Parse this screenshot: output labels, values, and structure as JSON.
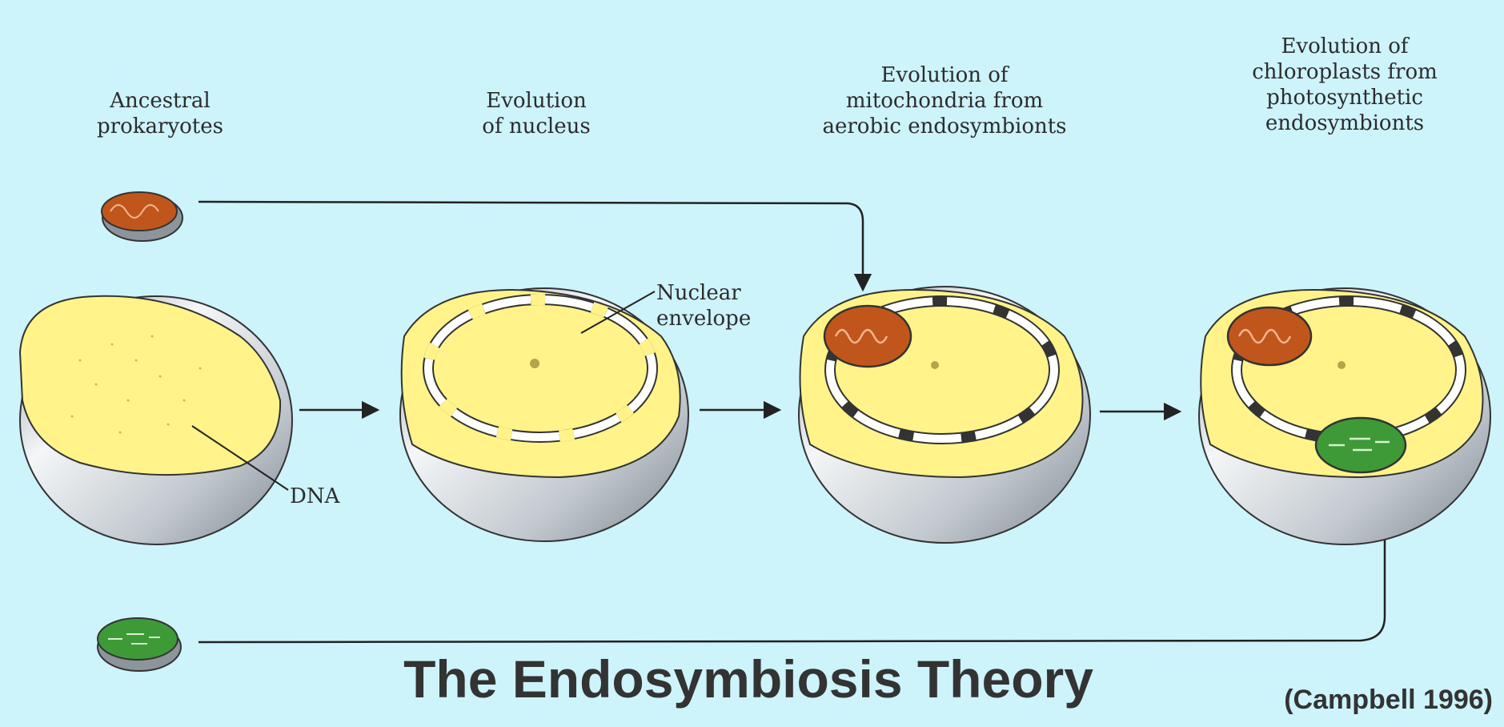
{
  "stages": [
    {
      "lines": [
        "Ancestral",
        "prokaryotes"
      ]
    },
    {
      "lines": [
        "Evolution",
        "of nucleus"
      ]
    },
    {
      "lines": [
        "Evolution of",
        "mitochondria from",
        "aerobic endosymbionts"
      ]
    },
    {
      "lines": [
        "Evolution of",
        "chloroplasts from",
        "photosynthetic",
        "endosymbionts"
      ]
    }
  ],
  "labels": {
    "nuclear_envelope": [
      "Nuclear",
      "envelope"
    ],
    "dna": "DNA"
  },
  "title": "The Endosymbiosis Theory",
  "citation": "(Campbell 1996)",
  "colors": {
    "background": "#cdf3fb",
    "cytoplasm": "#fff38a",
    "cell_shell": "#c4ccd2",
    "mitochondrion": "#c0561c",
    "chloroplast": "#3e9a37",
    "text": "#333333"
  }
}
